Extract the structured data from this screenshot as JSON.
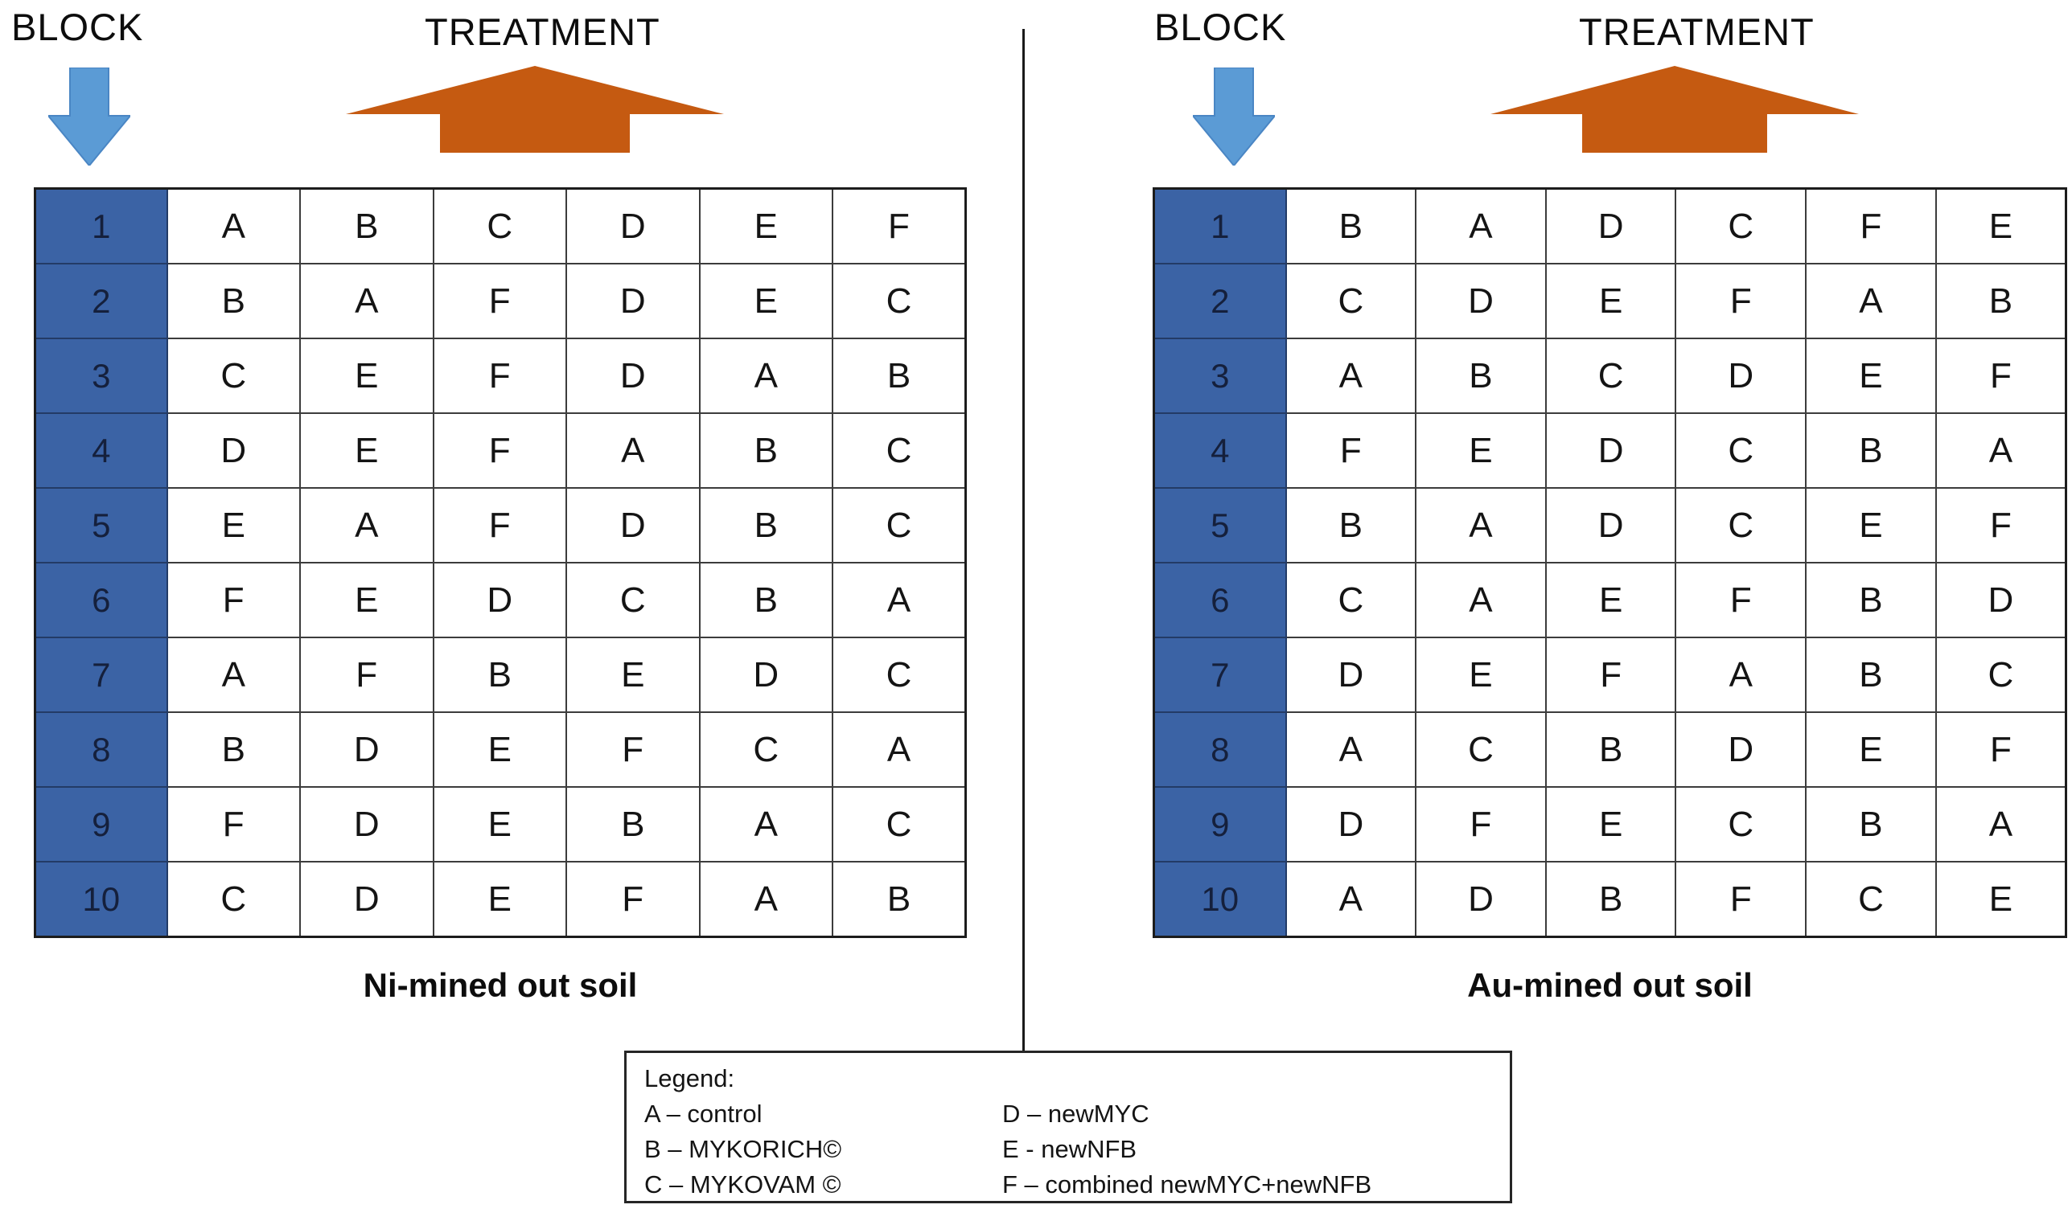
{
  "panels": [
    {
      "key": "ni-mined",
      "block_label": "BLOCK",
      "treatment_label": "TREATMENT",
      "caption": "Ni-mined out soil",
      "blocks": [
        "1",
        "2",
        "3",
        "4",
        "5",
        "6",
        "7",
        "8",
        "9",
        "10"
      ],
      "rows": [
        [
          "A",
          "B",
          "C",
          "D",
          "E",
          "F"
        ],
        [
          "B",
          "A",
          "F",
          "D",
          "E",
          "C"
        ],
        [
          "C",
          "E",
          "F",
          "D",
          "A",
          "B"
        ],
        [
          "D",
          "E",
          "F",
          "A",
          "B",
          "C"
        ],
        [
          "E",
          "A",
          "F",
          "D",
          "B",
          "C"
        ],
        [
          "F",
          "E",
          "D",
          "C",
          "B",
          "A"
        ],
        [
          "A",
          "F",
          "B",
          "E",
          "D",
          "C"
        ],
        [
          "B",
          "D",
          "E",
          "F",
          "C",
          "A"
        ],
        [
          "F",
          "D",
          "E",
          "B",
          "A",
          "C"
        ],
        [
          "C",
          "D",
          "E",
          "F",
          "A",
          "B"
        ]
      ]
    },
    {
      "key": "au-mined",
      "block_label": "BLOCK",
      "treatment_label": "TREATMENT",
      "caption": "Au-mined out soil",
      "blocks": [
        "1",
        "2",
        "3",
        "4",
        "5",
        "6",
        "7",
        "8",
        "9",
        "10"
      ],
      "rows": [
        [
          "B",
          "A",
          "D",
          "C",
          "F",
          "E"
        ],
        [
          "C",
          "D",
          "E",
          "F",
          "A",
          "B"
        ],
        [
          "A",
          "B",
          "C",
          "D",
          "E",
          "F"
        ],
        [
          "F",
          "E",
          "D",
          "C",
          "B",
          "A"
        ],
        [
          "B",
          "A",
          "D",
          "C",
          "E",
          "F"
        ],
        [
          "C",
          "A",
          "E",
          "F",
          "B",
          "D"
        ],
        [
          "D",
          "E",
          "F",
          "A",
          "B",
          "C"
        ],
        [
          "A",
          "C",
          "B",
          "D",
          "E",
          "F"
        ],
        [
          "D",
          "F",
          "E",
          "C",
          "B",
          "A"
        ],
        [
          "A",
          "D",
          "B",
          "F",
          "C",
          "E"
        ]
      ]
    }
  ],
  "legend": {
    "title": "Legend:",
    "left_items": [
      "A – control",
      "B – MYKORICH©",
      "C – MYKOVAM ©"
    ],
    "right_items": [
      "D – newMYC",
      "E - newNFB",
      "F – combined newMYC+newNFB"
    ]
  },
  "colors": {
    "block_fill": "#3B63A5",
    "block_number": "#15203C",
    "arrow_blue": "#5B9BD5",
    "arrow_blue_edge": "#4A86C4",
    "arrow_orange": "#C55A11"
  }
}
